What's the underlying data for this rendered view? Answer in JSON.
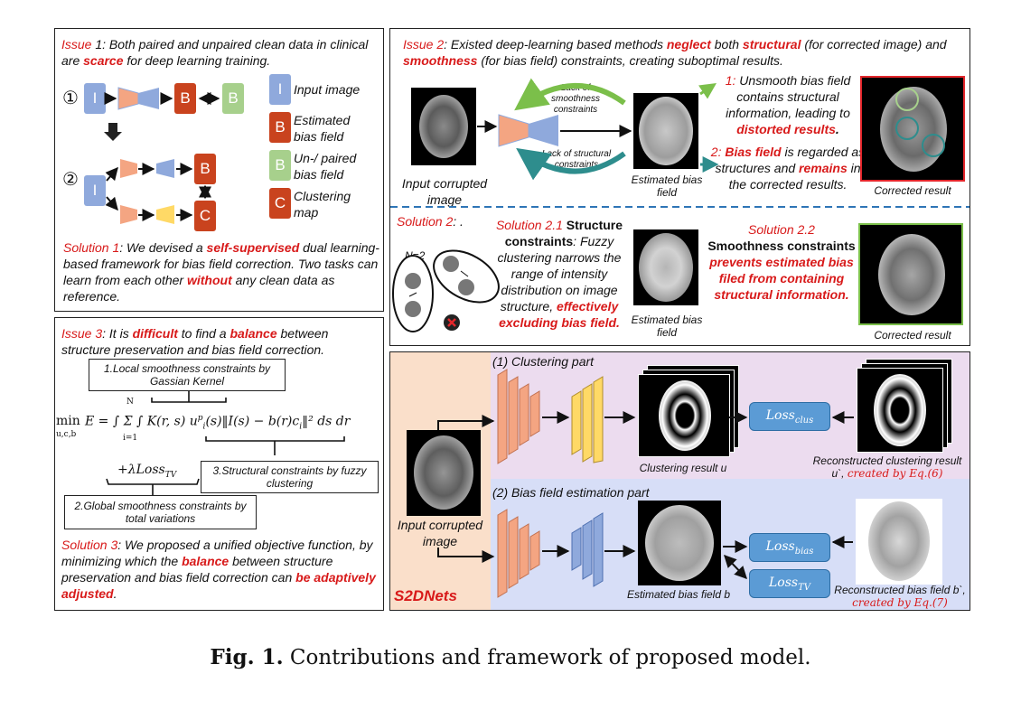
{
  "issue1": {
    "label": "Issue",
    "text_a": " 1: Both paired and unpaired clean data in clinical are ",
    "scarce": "scarce",
    "text_b": " for deep learning training.",
    "row1_marker": "①",
    "row2_marker": "②",
    "box_I": "I",
    "box_B": "B",
    "box_C": "C",
    "legend": [
      {
        "letter": "I",
        "text": "Input image"
      },
      {
        "letter": "B",
        "text": "Estimated bias field"
      },
      {
        "letter": "B",
        "text": "Un-/ paired bias field"
      },
      {
        "letter": "C",
        "text": "Clustering map"
      }
    ],
    "solution_label": "Solution 1",
    "solution_a": ": We devised a ",
    "solution_hl": "self-supervised",
    "solution_b": " dual learning-based framework for bias field correction. Two tasks can learn from each other ",
    "solution_hl2": "without",
    "solution_c": " any clean data as reference."
  },
  "issue2": {
    "label": "Issue 2",
    "t1": ": Existed deep-learning based methods ",
    "h1": "neglect",
    "t2": " both ",
    "h2": "structural",
    "t3": " (for corrected image) and ",
    "h3": "smoothness",
    "t4": " (for bias field) constraints, creating suboptimal results.",
    "input_label": "Input corrupted image",
    "arc_top": "Lack of smoothness constraints",
    "arc_bottom": "Lack of structural constraints",
    "bias_label": "Estimated bias field",
    "p1_num": "1:",
    "p1_a": " Unsmooth bias field contains structural information, leading to ",
    "p1_hl": "distorted results",
    "p1_b": ".",
    "p2_num": "2:",
    "p2_hl": "Bias field",
    "p2_a": " is regarded as structures and ",
    "p2_hl2": "remains",
    "p2_b": " in the corrected results.",
    "corrected_label": "Corrected result"
  },
  "solution2": {
    "label": "Solution 2",
    "label_suffix": ": .",
    "n_label": "N=2",
    "s21_title": "Solution 2.1",
    "s21_bold": " Structure constraints",
    "s21_a": ": Fuzzy clustering narrows the range of intensity distribution on image structure, ",
    "s21_hl": "effectively excluding bias field.",
    "bias_label": "Estimated bias field",
    "s22_title": "Solution 2.2",
    "s22_bold": "Smoothness constraints",
    "s22_hl": " prevents estimated bias filed from containing structural information.",
    "corrected_label": "Corrected result"
  },
  "issue3": {
    "label": "Issue 3",
    "t1": ": It is ",
    "h1": "difficult",
    "t2": " to find a ",
    "h2": "balance",
    "t3": " between structure preservation and bias field correction.",
    "box1": "1.Local smoothness constraints by Gassian Kernel",
    "equation_lhs": "min",
    "equation_sub": "u,c,b",
    "equation_body": "E = ∫ Σ ∫ K(r, s) u",
    "equation_p": "p",
    "equation_i": "i",
    "equation_rest": "(s)‖I(s) − b(r)c",
    "equation_ci": "i",
    "equation_end": "‖² ds dr",
    "sum_top": "N",
    "sum_bottom": "i=1",
    "tv_term": "+λLoss",
    "tv_sub": "TV",
    "box3": "3.Structural constraints by fuzzy clustering",
    "box2": "2.Global smoothness constraints by total variations",
    "solution_label": "Solution 3",
    "solution_a": ": We proposed a unified objective function, by minimizing which the ",
    "solution_hl": "balance",
    "solution_b": " between structure preservation and bias field correction can ",
    "solution_hl2": "be adaptively adjusted",
    "solution_c": "."
  },
  "network": {
    "name": "S2DNets",
    "input_label": "Input corrupted image",
    "part1": "(1) Clustering part",
    "part2": "(2) Bias field estimation part",
    "clustering_result": "Clustering result u",
    "recon_clus_a": "Reconstructed clustering result",
    "recon_clus_b": "u`, ",
    "recon_clus_hl": "created by Eq.(6)",
    "loss_clus": "Loss",
    "loss_clus_sub": "clus",
    "loss_bias": "Loss",
    "loss_bias_sub": "bias",
    "loss_tv": "Loss",
    "loss_tv_sub": "TV",
    "est_bias": "Estimated bias field b",
    "recon_bias_a": "Reconstructed bias field b`,",
    "recon_bias_hl": "created by Eq.(7)"
  },
  "caption": {
    "bold": "Fig. 1.",
    "text": " Contributions and framework of proposed model."
  },
  "colors": {
    "highlight_red": "#d81a1a",
    "network_left_bg": "#fadfca",
    "network_top_bg": "#ecdcef",
    "network_bottom_bg": "#d7def7",
    "loss_blue": "#5b9bd5"
  }
}
